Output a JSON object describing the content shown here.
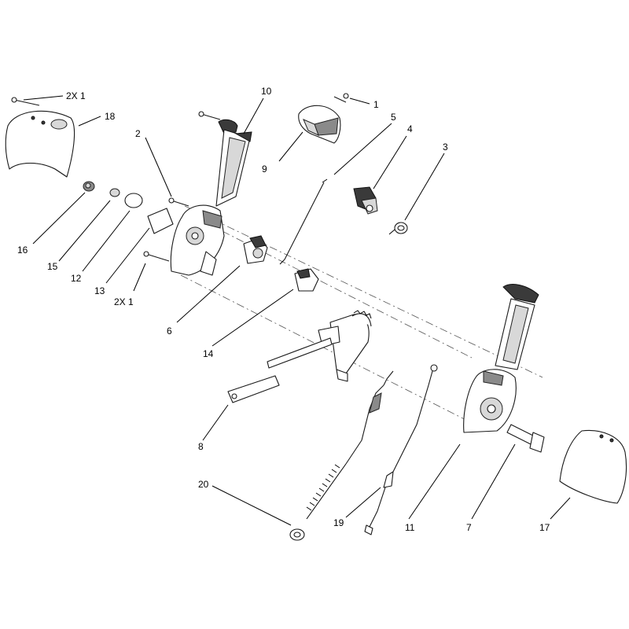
{
  "colors": {
    "ink": "#000000",
    "shade_dark": "#3a3a3a",
    "shade_mid": "#8a8a8a",
    "shade_light": "#d8d8d8",
    "background": "#ffffff"
  },
  "labels": {
    "l1a": "1",
    "l2x1a": "2X  1",
    "l18": "18",
    "l2": "2",
    "l10": "10",
    "l9": "9",
    "l5": "5",
    "l4": "4",
    "l3": "3",
    "l16": "16",
    "l15": "15",
    "l12": "12",
    "l13": "13",
    "l2x1b": "2X  1",
    "l6": "6",
    "l14": "14",
    "l8": "8",
    "l20": "20",
    "l19": "19",
    "l11": "11",
    "l7": "7",
    "l17": "17"
  }
}
